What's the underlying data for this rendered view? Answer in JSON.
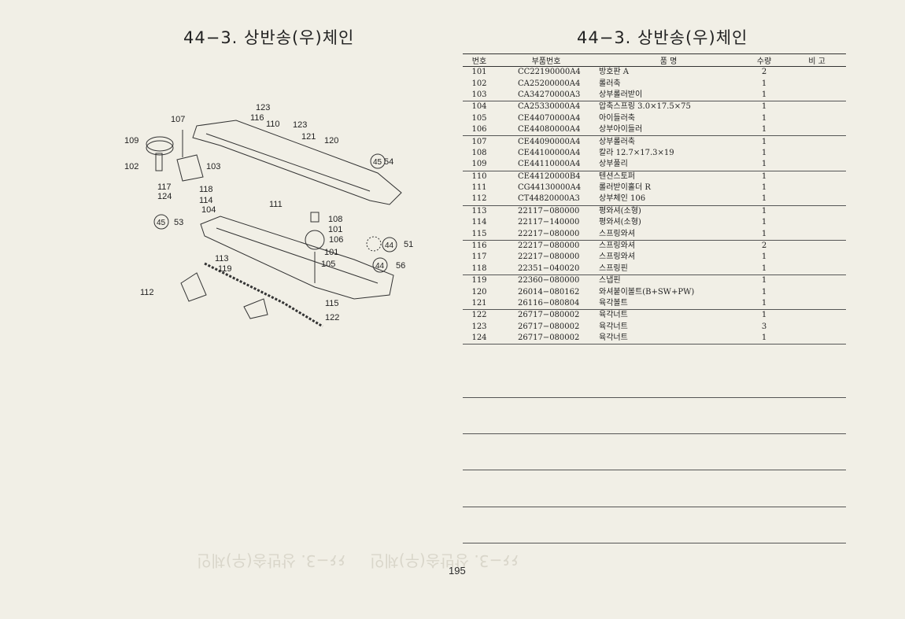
{
  "left_title": "44−3. 상반송(우)체인",
  "right_title": "44−3. 상반송(우)체인",
  "page_number": "195",
  "diagram": {
    "callouts": [
      "123",
      "116",
      "110",
      "123",
      "107",
      "121",
      "120",
      "109",
      "102",
      "103",
      "54",
      "117",
      "118",
      "124",
      "114",
      "111",
      "104",
      "108",
      "53",
      "101",
      "106",
      "51",
      "113",
      "119",
      "105",
      "101",
      "56",
      "112",
      "115",
      "122"
    ],
    "refs": [
      "45",
      "45",
      "44",
      "44"
    ]
  },
  "table": {
    "headers": [
      "번호",
      "부품번호",
      "품      명",
      "수량",
      "비   고"
    ],
    "rows": [
      [
        "101",
        "CC22190000A4",
        "방호판  A",
        "2",
        ""
      ],
      [
        "102",
        "CA25200000A4",
        "롤러축",
        "1",
        ""
      ],
      [
        "103",
        "CA34270000A3",
        "상부롤러받이",
        "1",
        ""
      ],
      [
        "104",
        "CA25330000A4",
        "압축스프링  3.0×17.5×75",
        "1",
        ""
      ],
      [
        "105",
        "CE44070000A4",
        "아이들러축",
        "1",
        ""
      ],
      [
        "106",
        "CE44080000A4",
        "상부아이들러",
        "1",
        ""
      ],
      [
        "107",
        "CE44090000A4",
        "상부롤러축",
        "1",
        ""
      ],
      [
        "108",
        "CE44100000A4",
        "칼라  12.7×17.3×19",
        "1",
        ""
      ],
      [
        "109",
        "CE44110000A4",
        "상부풀리",
        "1",
        ""
      ],
      [
        "110",
        "CE44120000B4",
        "텐션스토퍼",
        "1",
        ""
      ],
      [
        "111",
        "CG44130000A4",
        "롤러받이홀더  R",
        "1",
        ""
      ],
      [
        "112",
        "CT44820000A3",
        "상부체인  106",
        "1",
        ""
      ],
      [
        "113",
        "22117−080000",
        "평와셔(소형)",
        "1",
        ""
      ],
      [
        "114",
        "22117−140000",
        "평와셔(소형)",
        "1",
        ""
      ],
      [
        "115",
        "22217−080000",
        "스프링와셔",
        "1",
        ""
      ],
      [
        "116",
        "22217−080000",
        "스프링와셔",
        "2",
        ""
      ],
      [
        "117",
        "22217−080000",
        "스프링와셔",
        "1",
        ""
      ],
      [
        "118",
        "22351−040020",
        "스프링핀",
        "1",
        ""
      ],
      [
        "119",
        "22360−080000",
        "스냅핀",
        "1",
        ""
      ],
      [
        "120",
        "26014−080162",
        "와셔붙이볼트(B+SW+PW)",
        "1",
        ""
      ],
      [
        "121",
        "26116−080804",
        "육각볼트",
        "1",
        ""
      ],
      [
        "122",
        "26717−080002",
        "육각너트",
        "1",
        ""
      ],
      [
        "123",
        "26717−080002",
        "육각너트",
        "3",
        ""
      ],
      [
        "124",
        "26717−080002",
        "육각너트",
        "1",
        ""
      ]
    ]
  }
}
